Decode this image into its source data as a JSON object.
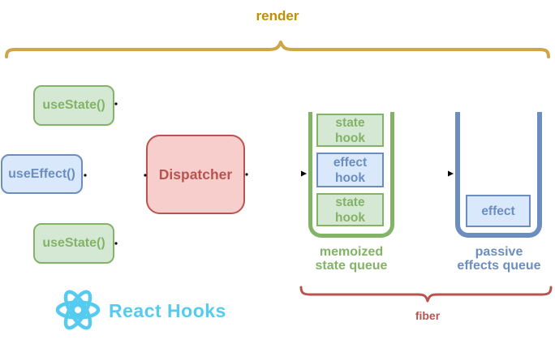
{
  "colors": {
    "green_fill": "#D5E8D4",
    "green_stroke": "#82B366",
    "blue_fill": "#DAE8FC",
    "blue_stroke": "#6C8EBF",
    "red_fill": "#F8CECC",
    "red_stroke": "#B85450",
    "gold_text": "#BF9000",
    "gold_brace": "#CDA64A",
    "react_blue": "#55CBEF",
    "connector": "#000000"
  },
  "braces": {
    "top_label": "render",
    "bottom_label": "fiber"
  },
  "hook_calls": [
    {
      "label": "useState()",
      "type": "state"
    },
    {
      "label": "useEffect()",
      "type": "effect"
    },
    {
      "label": "useState()",
      "type": "state"
    }
  ],
  "dispatcher": {
    "label": "Dispatcher"
  },
  "memoized_state_queue": {
    "label_lines": [
      "memoized",
      "state queue"
    ],
    "items": [
      {
        "type": "state",
        "lines": [
          "state",
          "hook"
        ]
      },
      {
        "type": "effect",
        "lines": [
          "effect",
          "hook"
        ]
      },
      {
        "type": "state",
        "lines": [
          "state",
          "hook"
        ]
      }
    ]
  },
  "passive_effects_queue": {
    "label_lines": [
      "passive",
      "effects queue"
    ],
    "items": [
      {
        "label": "effect"
      }
    ]
  },
  "branding": {
    "label": "React Hooks"
  }
}
